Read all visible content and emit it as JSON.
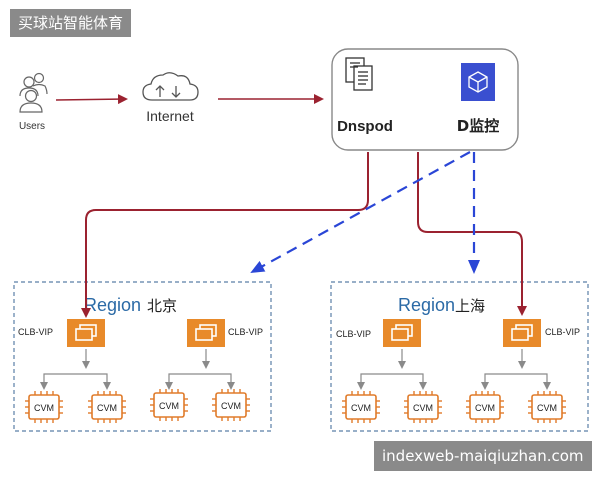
{
  "banner_top": "买球站智能体育",
  "banner_bottom": "indexweb-maiqiuzhan.com",
  "nodes": {
    "users_label": "Users",
    "internet_label": "Internet",
    "dnspod_label": "Dnspod",
    "dmonitor_label": "D监控"
  },
  "regions": [
    {
      "title_en": "Region",
      "title_cn": "北京",
      "clb_labels": [
        "CLB-VIP",
        "CLB-VIP"
      ],
      "cvm_labels": [
        "CVM",
        "CVM",
        "CVM",
        "CVM"
      ]
    },
    {
      "title_en": "Region",
      "title_cn": "上海",
      "clb_labels": [
        "CLB-VIP",
        "CLB-VIP"
      ],
      "cvm_labels": [
        "CVM",
        "CVM",
        "CVM",
        "CVM"
      ]
    }
  ],
  "colors": {
    "red_line": "#9b2230",
    "blue_dash": "#2a46d6",
    "clb_orange": "#e88a2a",
    "cvm_orange": "#e07b2a",
    "region_title": "#2b6aa6",
    "region_border": "#5b7fa6",
    "monitor_blue": "#3a4fd0"
  }
}
